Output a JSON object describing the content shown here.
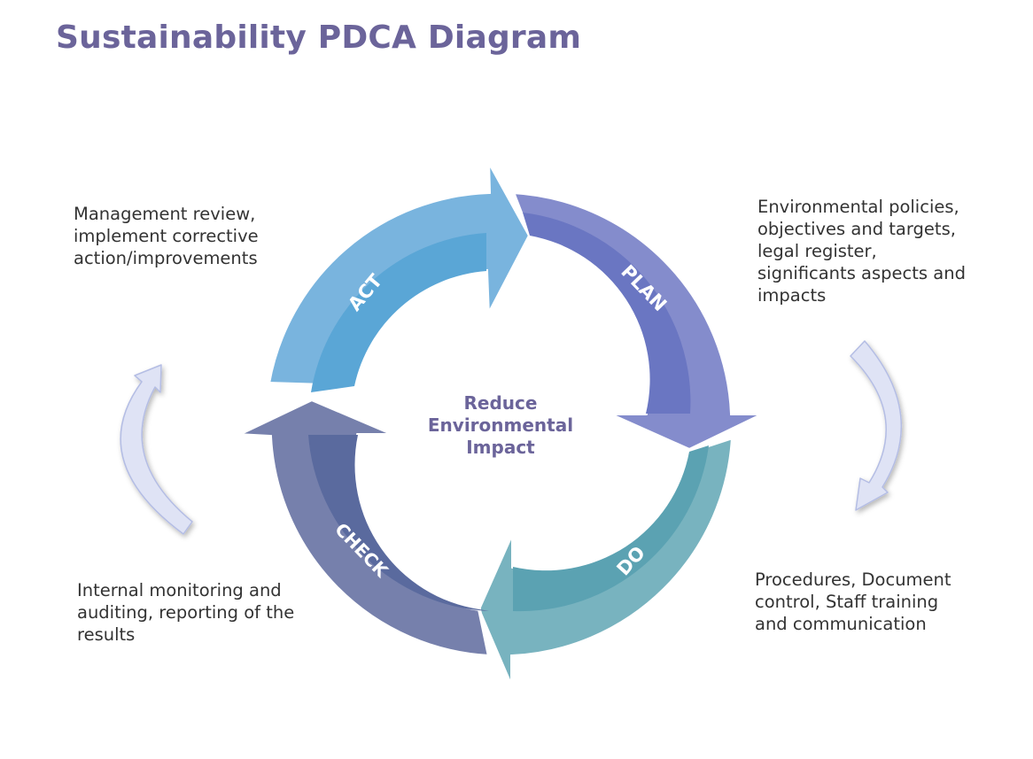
{
  "title": "Sustainability PDCA Diagram",
  "center": {
    "lines": [
      "Reduce",
      "Environmental",
      "Impact"
    ]
  },
  "stages": [
    {
      "key": "act",
      "label": "ACT",
      "description": "Management review,\nimplement corrective\naction/improvements",
      "outer_color": "#79b4de",
      "inner_color": "#5aa6d6"
    },
    {
      "key": "plan",
      "label": "PLAN",
      "description": "Environmental policies,\nobjectives and targets,\nlegal register,\nsignificants aspects and\nimpacts",
      "outer_color": "#848ccc",
      "inner_color": "#6a76c2"
    },
    {
      "key": "do",
      "label": "DO",
      "description": "Procedures, Document\ncontrol, Staff training\nand communication",
      "outer_color": "#78b3bf",
      "inner_color": "#5ba2b2"
    },
    {
      "key": "check",
      "label": "CHECK",
      "description": "Internal monitoring and\nauditing, reporting of the\nresults",
      "outer_color": "#7680ac",
      "inner_color": "#5a6a9e"
    }
  ],
  "colors": {
    "title": "#6b649a",
    "center_text": "#6b649a",
    "side_arrow_fill": "#dfe3f5",
    "side_arrow_stroke": "#b4bde4",
    "segment_gap": "#ffffff"
  },
  "icons": {
    "side_right": "curved-arrow-down-icon",
    "side_left": "curved-arrow-up-icon"
  }
}
